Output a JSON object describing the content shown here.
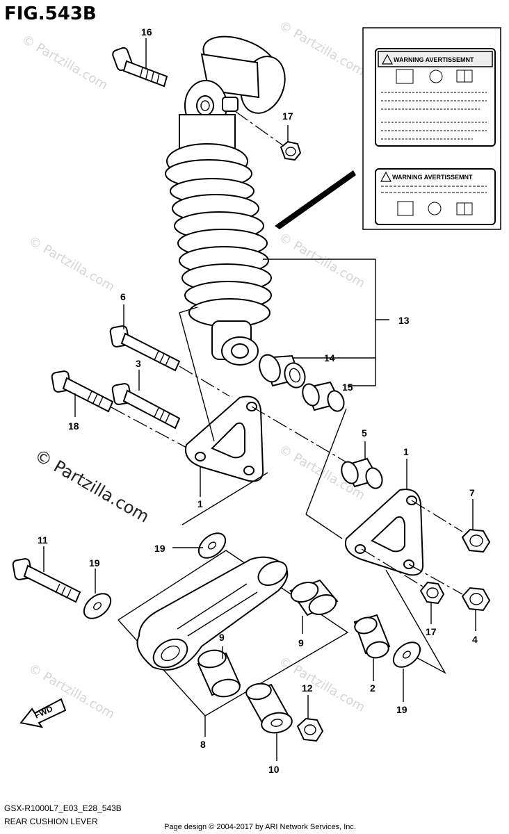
{
  "figure_title": "FIG.543B",
  "model_code": "GSX-R1000L7_E03_E28_543B",
  "assembly_name": "REAR CUSHION LEVER",
  "credit": "Page design © 2004-2017 by ARI Network Services, Inc.",
  "watermark": "© Partzilla.com",
  "warning_labels": [
    {
      "text": "WARNING AVERTISSEMNT"
    },
    {
      "text": "WARNING AVERTISSEMNT"
    }
  ],
  "fwd_label": "FWD",
  "callouts": {
    "n1a": "1",
    "n1b": "1",
    "n2": "2",
    "n3": "3",
    "n4": "4",
    "n5": "5",
    "n6": "6",
    "n7": "7",
    "n9a": "9",
    "n9b": "9",
    "n8": "8",
    "n10": "10",
    "n11": "11",
    "n12": "12",
    "n13": "13",
    "n14": "14",
    "n15": "15",
    "n16": "16",
    "n17a": "17",
    "n17b": "17",
    "n18": "18",
    "n19a": "19",
    "n19b": "19",
    "n19c": "19"
  },
  "colors": {
    "line": "#000000",
    "background": "#ffffff",
    "watermark": "#d6d6d6",
    "sticker_fill": "#eeeeee"
  }
}
